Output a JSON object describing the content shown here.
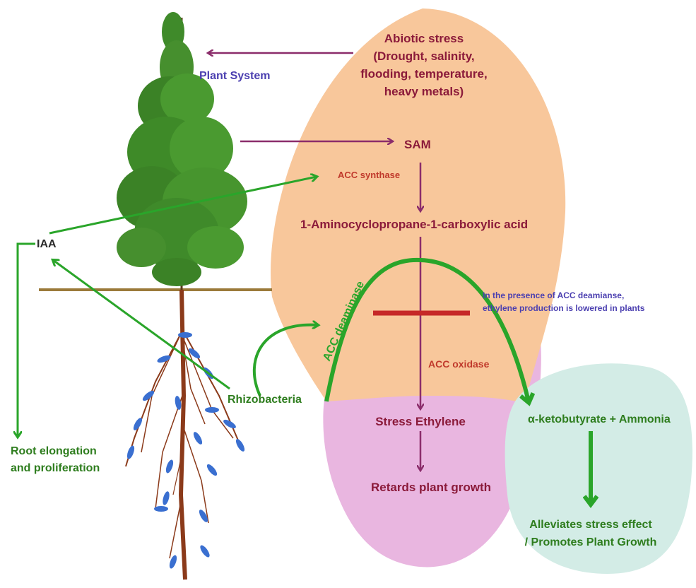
{
  "colors": {
    "orange_region": "#f8c79b",
    "pink_region": "#e9b6e0",
    "teal_region": "#d3ece6",
    "maroon_text": "#8b1a3a",
    "blue_text": "#4b3fb0",
    "green_text": "#2e7d1e",
    "green_arrow": "#2aa52a",
    "purple_arrow": "#8b2d6b",
    "inhibit_bar": "#c62828",
    "soil_line": "#9b7a3a",
    "root_brown": "#8b3a1a",
    "bacteria_blue": "#3a6fd0"
  },
  "labels": {
    "abiotic_stress": [
      "Abiotic stress",
      "(Drought, salinity,",
      "flooding, temperature,",
      "heavy metals)"
    ],
    "plant_system": "Plant System",
    "sam": "SAM",
    "acc_synthase": "ACC synthase",
    "acc": "1-Aminocyclopropane-1-carboxylic acid",
    "iaa": "IAA",
    "acc_deaminase": "ACC deaminase",
    "presence_note": [
      "In the presence of ACC deamianse,",
      "ethylene production is lowered in plants"
    ],
    "acc_oxidase": "ACC oxidase",
    "rhizobacteria": "Rhizobacteria",
    "stress_ethylene": "Stress Ethylene",
    "retards": "Retards plant growth",
    "ketobutyrate": "α-ketobutyrate + Ammonia",
    "root_elongation": [
      "Root elongation",
      "and proliferation"
    ],
    "alleviates": [
      "Alleviates stress effect",
      "/ Promotes Plant Growth"
    ]
  },
  "icons": {
    "tree": "tree-illustration",
    "roots": "root-system-illustration",
    "bacteria": "rhizobacteria-cells"
  }
}
